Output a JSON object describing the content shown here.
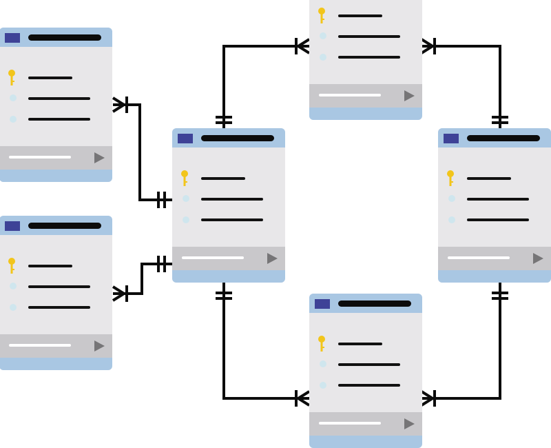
{
  "diagram": {
    "kind": "entity-relationship",
    "tables": [
      {
        "id": "table-left-top",
        "rows": [
          "primary-key",
          "field",
          "field"
        ]
      },
      {
        "id": "table-left-bottom",
        "rows": [
          "primary-key",
          "field",
          "field"
        ]
      },
      {
        "id": "table-center",
        "rows": [
          "primary-key",
          "field",
          "field"
        ]
      },
      {
        "id": "table-top",
        "rows": [
          "primary-key",
          "field",
          "field"
        ]
      },
      {
        "id": "table-right",
        "rows": [
          "primary-key",
          "field",
          "field"
        ]
      },
      {
        "id": "table-bottom",
        "rows": [
          "primary-key",
          "field",
          "field"
        ]
      }
    ],
    "relationships": [
      {
        "from": "table-left-top",
        "to": "table-center",
        "from_end": "one-or-many",
        "to_end": "one"
      },
      {
        "from": "table-left-bottom",
        "to": "table-center",
        "from_end": "one-or-many",
        "to_end": "one"
      },
      {
        "from": "table-center",
        "to": "table-top",
        "from_end": "one",
        "to_end": "one-or-many"
      },
      {
        "from": "table-right",
        "to": "table-top",
        "from_end": "one",
        "to_end": "one-or-many"
      },
      {
        "from": "table-center",
        "to": "table-bottom",
        "from_end": "one",
        "to_end": "one-or-many"
      },
      {
        "from": "table-right",
        "to": "table-bottom",
        "from_end": "one",
        "to_end": "one-or-many"
      }
    ],
    "colors": {
      "card": "#e8e7e9",
      "header": "#a9c7e3",
      "table_icon": "#3e4297",
      "footer": "#c9c8cb",
      "key": "#f2c51b",
      "field_dot": "#cfe6ee",
      "connector": "#0c0c0c"
    },
    "icons": [
      "table-icon",
      "key-icon",
      "field-dot-icon",
      "play-icon"
    ]
  }
}
